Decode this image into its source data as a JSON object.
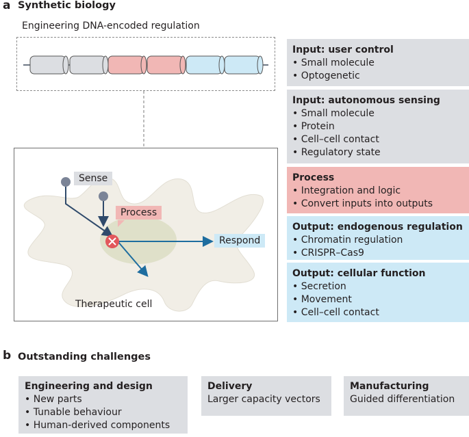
{
  "panel_a": {
    "letter": "a",
    "title": "Synthetic biology",
    "subtitle": "Engineering DNA-encoded regulation",
    "colors": {
      "gray": "#dcdee2",
      "pink": "#f1b7b5",
      "blue": "#cde9f6",
      "arrow": "#1e6d9f"
    },
    "cell": {
      "sense_label": "Sense",
      "process_label": "Process",
      "respond_label": "Respond",
      "caption": "Therapeutic cell"
    },
    "boxes": [
      {
        "heading": "Input: user control",
        "items": [
          "Small molecule",
          "Optogenetic"
        ]
      },
      {
        "heading": "Input: autonomous sensing",
        "items": [
          "Small molecule",
          "Protein",
          "Cell–cell contact",
          "Regulatory state"
        ]
      },
      {
        "heading": "Process",
        "items": [
          "Integration and logic",
          "Convert inputs into outputs"
        ]
      },
      {
        "heading": "Output: endogenous regulation",
        "items": [
          "Chromatin regulation",
          "CRISPR–Cas9"
        ]
      },
      {
        "heading": "Output: cellular function",
        "items": [
          "Secretion",
          "Movement",
          "Cell–cell contact"
        ]
      }
    ]
  },
  "panel_b": {
    "letter": "b",
    "title": "Outstanding challenges",
    "boxes": [
      {
        "heading": "Engineering and design",
        "items": [
          "New parts",
          "Tunable behaviour",
          "Human-derived components"
        ]
      },
      {
        "heading": "Delivery",
        "text": "Larger capacity vectors"
      },
      {
        "heading": "Manufacturing",
        "text": "Guided differentiation"
      }
    ]
  }
}
